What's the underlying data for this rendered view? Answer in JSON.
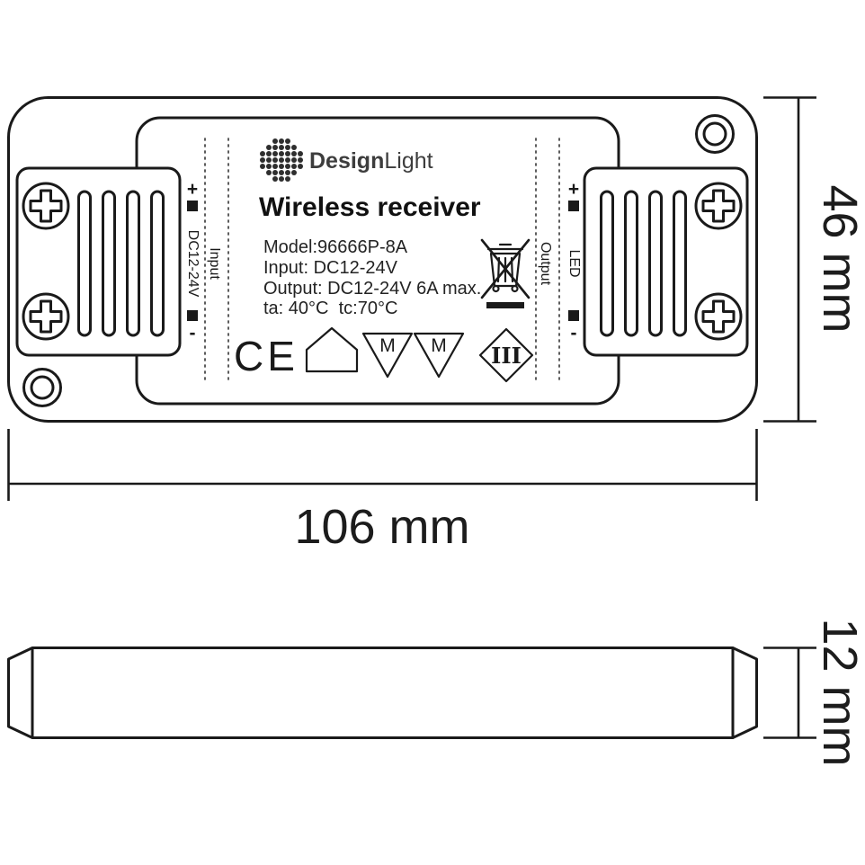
{
  "brand": {
    "name_bold": "Design",
    "name_light": "Light"
  },
  "device": {
    "title": "Wireless receiver",
    "model": "Model:96666P-8A",
    "input": "Input: DC12-24V",
    "output": "Output: DC12-24V 6A max.",
    "temperature": "ta: 40°C  tc:70°C"
  },
  "terminals": {
    "left": {
      "label": "Input",
      "voltage": "DC12-24V",
      "plus": "+",
      "minus": "-"
    },
    "right": {
      "label": "Output",
      "load": "LED",
      "plus": "+",
      "minus": "-"
    }
  },
  "markings": {
    "ce": "CE",
    "m": "M",
    "class_roman": "III"
  },
  "dimensions": {
    "width": "106 mm",
    "height": "46 mm",
    "depth": "12 mm"
  }
}
